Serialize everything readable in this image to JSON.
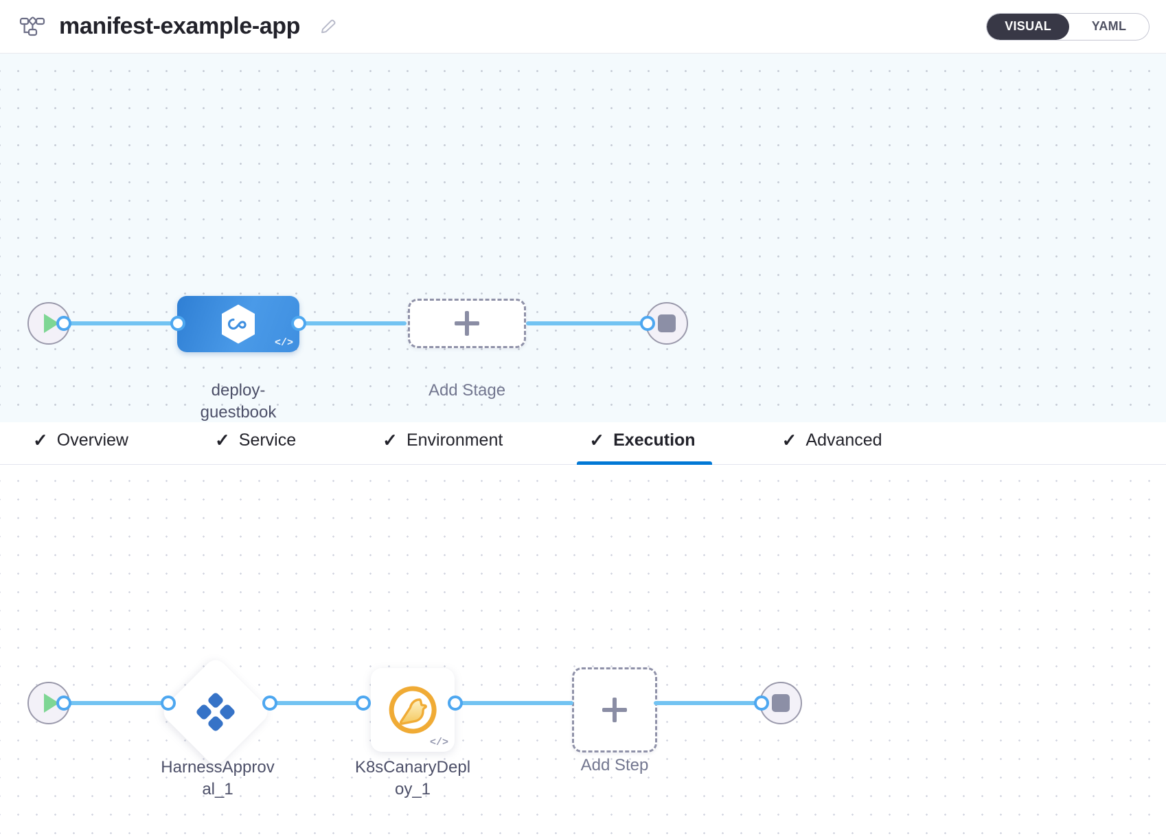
{
  "header": {
    "pipeline_icon": "pipeline-nodes-icon",
    "title": "manifest-example-app",
    "edit_icon": "pencil-edit-icon",
    "mode_toggle": {
      "options": [
        {
          "label": "VISUAL",
          "active": true
        },
        {
          "label": "YAML",
          "active": false
        }
      ],
      "active_bg": "#383846",
      "active_fg": "#ffffff"
    }
  },
  "stage_graph": {
    "start_node": {
      "icon": "play-icon",
      "label": ""
    },
    "stages": [
      {
        "name": "deploy-guestbook",
        "label_line1": "deploy-",
        "label_line2": "guestbook",
        "icon": "harness-cd-hexagon-icon",
        "code_badge": "</>",
        "color": "#3f8fe0"
      }
    ],
    "add_stage": {
      "label": "Add Stage",
      "icon": "plus-icon"
    },
    "end_node": {
      "icon": "stop-icon"
    },
    "connector_color": "#72c3f2"
  },
  "tabs": [
    {
      "label": "Overview",
      "check": "✓",
      "active": false
    },
    {
      "label": "Service",
      "check": "✓",
      "active": false
    },
    {
      "label": "Environment",
      "check": "✓",
      "active": false
    },
    {
      "label": "Execution",
      "check": "✓",
      "active": true
    },
    {
      "label": "Advanced",
      "check": "✓",
      "active": false
    }
  ],
  "tab_accent": "#0278d5",
  "execution_graph": {
    "start_node": {
      "icon": "play-icon"
    },
    "steps": [
      {
        "name": "HarnessApproval_1",
        "label_line1": "HarnessApprov",
        "label_line2": "al_1",
        "shape": "diamond",
        "icon": "harness-approval-icon",
        "icon_color": "#3673c7"
      },
      {
        "name": "K8sCanaryDeploy_1",
        "label_line1": "K8sCanaryDepl",
        "label_line2": "oy_1",
        "shape": "square",
        "icon": "canary-bird-icon",
        "icon_color": "#f0ab35",
        "code_badge": "</>"
      }
    ],
    "add_step": {
      "label": "Add Step",
      "icon": "plus-icon"
    },
    "end_node": {
      "icon": "stop-icon"
    },
    "connector_color": "#72c3f2"
  }
}
